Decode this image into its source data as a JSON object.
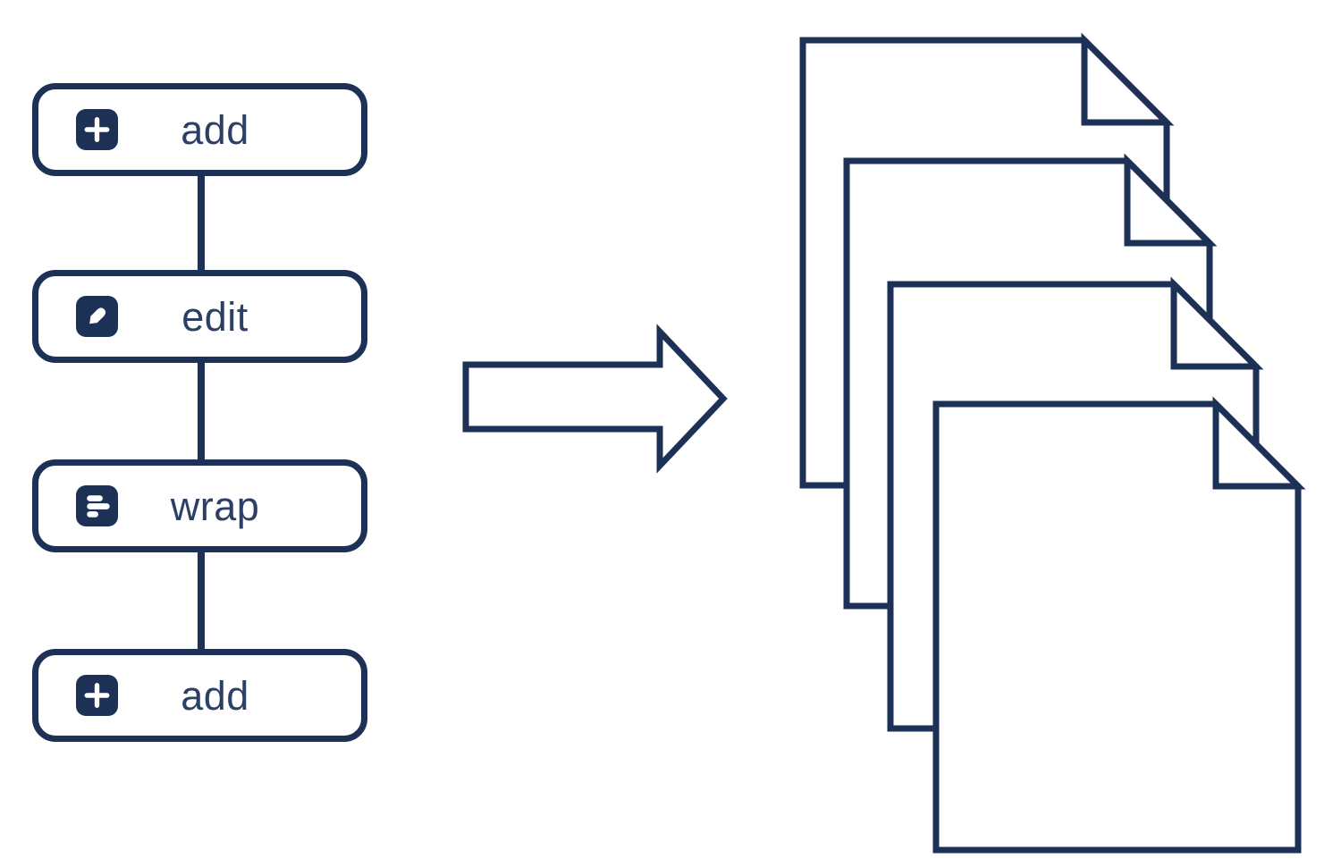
{
  "pipeline": {
    "nodes": [
      {
        "label": "add",
        "icon": "plus-icon"
      },
      {
        "label": "edit",
        "icon": "pencil-icon"
      },
      {
        "label": "wrap",
        "icon": "wrap-lines-icon"
      },
      {
        "label": "add",
        "icon": "plus-icon"
      }
    ]
  },
  "arrow": {
    "icon": "arrow-right-icon",
    "direction": "right"
  },
  "output": {
    "icon": "document-stack",
    "document_count": 4
  },
  "colors": {
    "line": "#1d3157",
    "text": "#2c3f64",
    "icon_bg": "#1d3157",
    "icon_glyph": "#ffffff",
    "background": "#ffffff"
  }
}
